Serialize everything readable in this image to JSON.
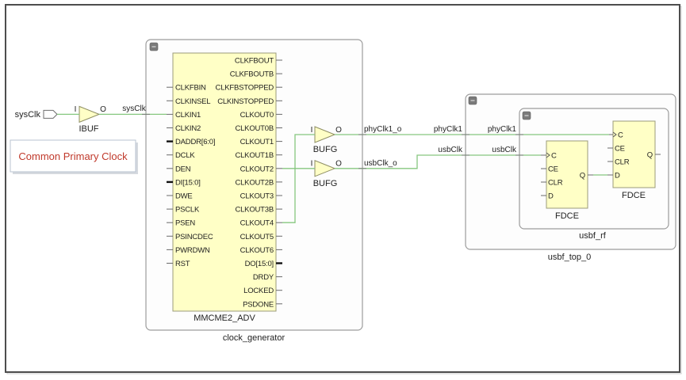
{
  "colors": {
    "wire": "#86c77f",
    "cell_fill": "#ffffc6",
    "annotation_text": "#c0392b"
  },
  "annotation": {
    "text": "Common Primary Clock"
  },
  "top_port": {
    "label": "sysClk",
    "direction": "input"
  },
  "ibuf": {
    "type": "IBUF",
    "in_pin": "I",
    "out_pin": "O"
  },
  "nets": {
    "sysclk": "sysClk",
    "phyclk1_o": "phyClk1_o",
    "usbclk_o": "usbClk_o",
    "phyclk1_top": "phyClk1",
    "usbclk_top": "usbClk",
    "phyclk1_rf": "phyClk1",
    "usbclk_rf": "usbClk"
  },
  "clock_generator": {
    "instance": "clock_generator",
    "cell": {
      "type": "MMCME2_ADV",
      "left_pins": [
        {
          "name": "CLKFBIN"
        },
        {
          "name": "CLKINSEL"
        },
        {
          "name": "CLKIN1"
        },
        {
          "name": "CLKIN2"
        },
        {
          "name": "DADDR[6:0]",
          "bus": true
        },
        {
          "name": "DCLK"
        },
        {
          "name": "DEN"
        },
        {
          "name": "DI[15:0]",
          "bus": true
        },
        {
          "name": "DWE"
        },
        {
          "name": "PSCLK"
        },
        {
          "name": "PSEN"
        },
        {
          "name": "PSINCDEC"
        },
        {
          "name": "PWRDWN"
        },
        {
          "name": "RST"
        }
      ],
      "right_pins": [
        {
          "name": "CLKFBOUT"
        },
        {
          "name": "CLKFBOUTB"
        },
        {
          "name": "CLKFBSTOPPED"
        },
        {
          "name": "CLKINSTOPPED"
        },
        {
          "name": "CLKOUT0"
        },
        {
          "name": "CLKOUT0B"
        },
        {
          "name": "CLKOUT1"
        },
        {
          "name": "CLKOUT1B"
        },
        {
          "name": "CLKOUT2"
        },
        {
          "name": "CLKOUT2B"
        },
        {
          "name": "CLKOUT3"
        },
        {
          "name": "CLKOUT3B"
        },
        {
          "name": "CLKOUT4"
        },
        {
          "name": "CLKOUT5"
        },
        {
          "name": "CLKOUT6"
        },
        {
          "name": "DO[15:0]",
          "bus": true
        },
        {
          "name": "DRDY"
        },
        {
          "name": "LOCKED"
        },
        {
          "name": "PSDONE"
        }
      ]
    }
  },
  "bufgs": [
    {
      "type": "BUFG",
      "in_pin": "I",
      "out_pin": "O"
    },
    {
      "type": "BUFG",
      "in_pin": "I",
      "out_pin": "O"
    }
  ],
  "usbf_top_0": {
    "instance": "usbf_top_0",
    "usbf_rf": {
      "instance": "usbf_rf",
      "cells": [
        {
          "type": "FDCE",
          "left_pins": [
            {
              "name": "C",
              "clock": true
            },
            {
              "name": "CE"
            },
            {
              "name": "CLR"
            },
            {
              "name": "D"
            }
          ],
          "right_pins": [
            {
              "name": "Q"
            }
          ]
        },
        {
          "type": "FDCE",
          "left_pins": [
            {
              "name": "C",
              "clock": true
            },
            {
              "name": "CE"
            },
            {
              "name": "CLR"
            },
            {
              "name": "D"
            }
          ],
          "right_pins": [
            {
              "name": "Q"
            }
          ]
        }
      ]
    }
  }
}
